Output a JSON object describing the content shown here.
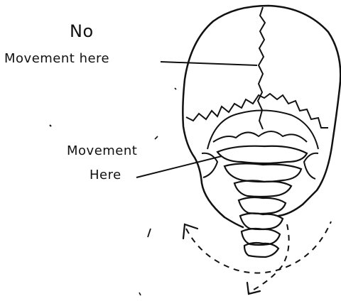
{
  "labels": {
    "no_movement": {
      "line1": "No",
      "line2": "Movement here"
    },
    "movement": {
      "line1": "Movement",
      "line2": "Here"
    }
  },
  "colors": {
    "ink": "#111111",
    "background": "#ffffff"
  },
  "icons": {
    "rotation_arrow": "dashed-curved-arrow-icon"
  }
}
